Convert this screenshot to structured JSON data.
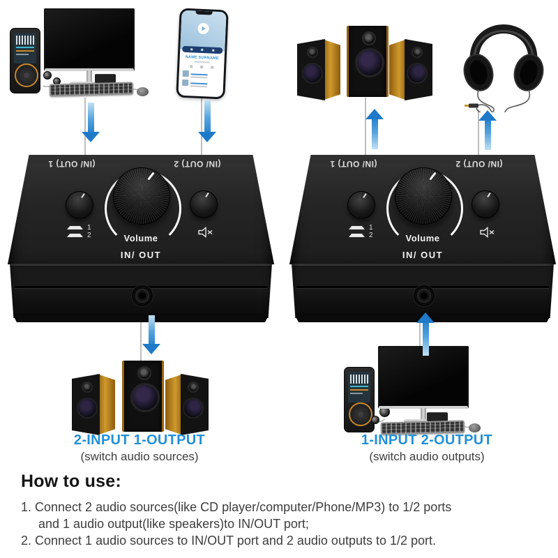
{
  "colors": {
    "accent_blue": "#2190d8",
    "arrow_blue_dark": "#1e7ac8",
    "arrow_blue_light": "#c2e0f4",
    "speaker_wood": "#cf9a2d",
    "device_body": "#1f1f1f"
  },
  "device_panel": {
    "port1_label": "(IN/ OUT) 1",
    "port2_label": "(IN/ OUT) 2",
    "volume_label": "Volume",
    "front_label": "IN/ OUT",
    "channel_1": "1",
    "channel_2": "2"
  },
  "left_scenario": {
    "title": "2-INPUT 1-OUTPUT",
    "subtitle": "(switch audio sources)"
  },
  "right_scenario": {
    "title": "1-INPUT 2-OUTPUT",
    "subtitle": "(switch audio outputs)"
  },
  "phone_screen": {
    "artist": "NAME SURNAME"
  },
  "how_to_use": {
    "heading": "How to use:",
    "step1_line1": "1. Connect 2 audio sources(like CD player/computer/Phone/MP3) to 1/2 ports",
    "step1_line2": "and 1 audio output(like speakers)to IN/OUT port;",
    "step2": "2. Connect 1 audio sources to IN/OUT port and 2 audio outputs to 1/2 port."
  }
}
